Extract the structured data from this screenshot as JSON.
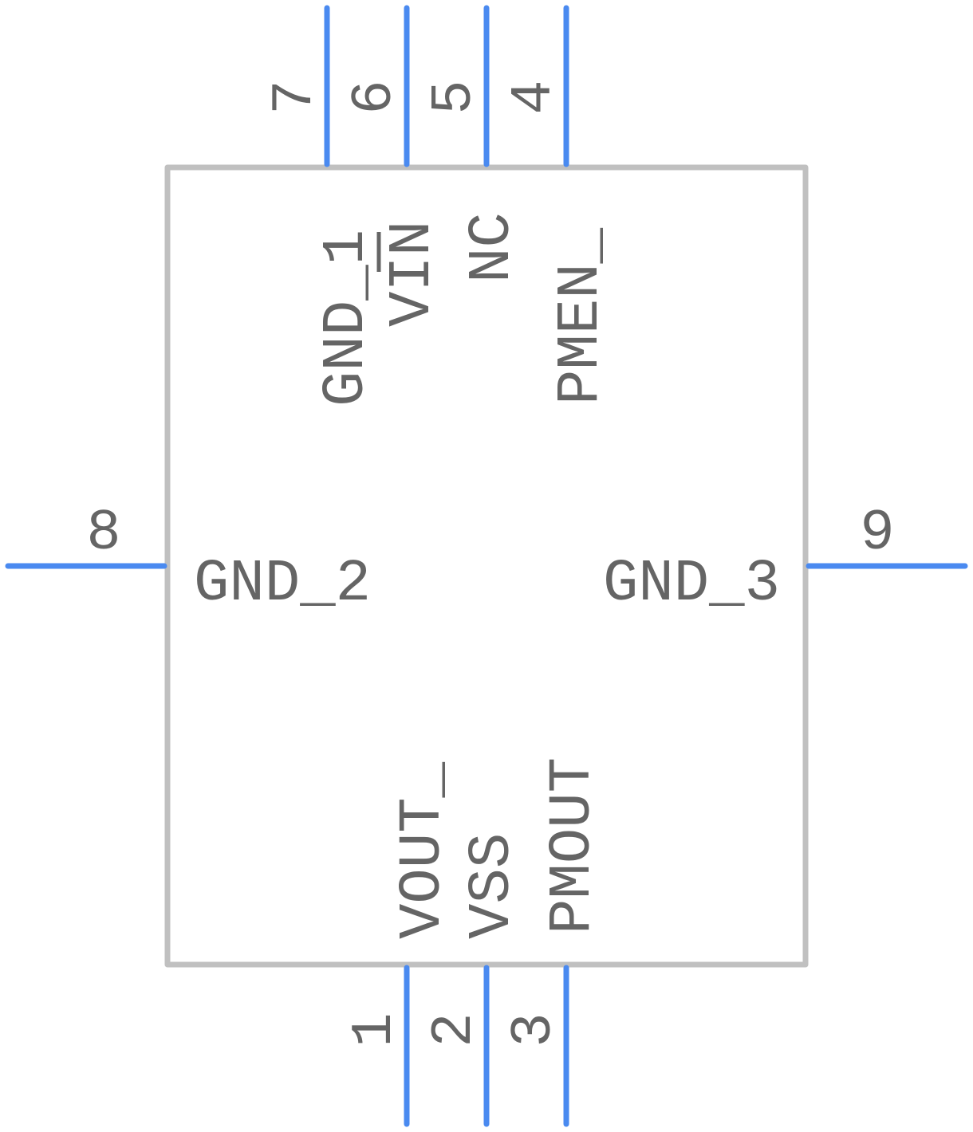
{
  "symbol": {
    "pins": [
      {
        "number": "1",
        "name": "VOUT_"
      },
      {
        "number": "2",
        "name": "VSS"
      },
      {
        "number": "3",
        "name": "PMOUT"
      },
      {
        "number": "4",
        "name": "PMEN_"
      },
      {
        "number": "5",
        "name": "NC"
      },
      {
        "number": "6",
        "name": "VIN"
      },
      {
        "number": "7",
        "name": "GND_1"
      },
      {
        "number": "8",
        "name": "GND_2"
      },
      {
        "number": "9",
        "name": "GND_3"
      }
    ],
    "colors": {
      "pin": "#4a8af0",
      "body": "#c0c0c0",
      "text": "#656565"
    }
  }
}
